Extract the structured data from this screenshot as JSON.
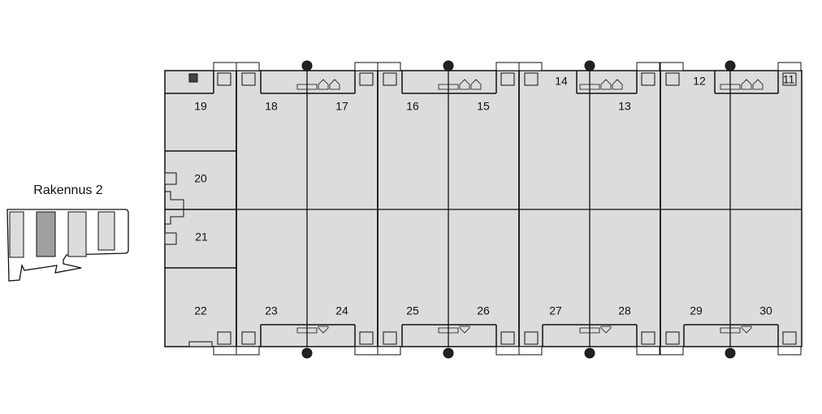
{
  "key_map": {
    "title": "Rakennus 2",
    "highlighted_block": 2,
    "highlight_color": "#a0a0a0"
  },
  "colors": {
    "unit_fill": "#dcdcdc",
    "wall": "#111111",
    "background": "#ffffff"
  },
  "units": [
    {
      "label": "19"
    },
    {
      "label": "18"
    },
    {
      "label": "17"
    },
    {
      "label": "16"
    },
    {
      "label": "15"
    },
    {
      "label": "14"
    },
    {
      "label": "13"
    },
    {
      "label": "12"
    },
    {
      "label": "11"
    },
    {
      "label": "20"
    },
    {
      "label": "21"
    },
    {
      "label": "22"
    },
    {
      "label": "23"
    },
    {
      "label": "24"
    },
    {
      "label": "25"
    },
    {
      "label": "26"
    },
    {
      "label": "27"
    },
    {
      "label": "28"
    },
    {
      "label": "29"
    },
    {
      "label": "30"
    }
  ]
}
